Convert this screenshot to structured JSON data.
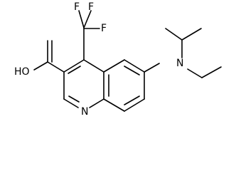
{
  "molecule": {
    "atom_labels": {
      "fluorine_top_left": "F",
      "fluorine_top_right": "F",
      "fluorine_side": "F",
      "hydroxyl": "HO",
      "ring_nitrogen": "N",
      "amine_nitrogen": "N"
    }
  }
}
